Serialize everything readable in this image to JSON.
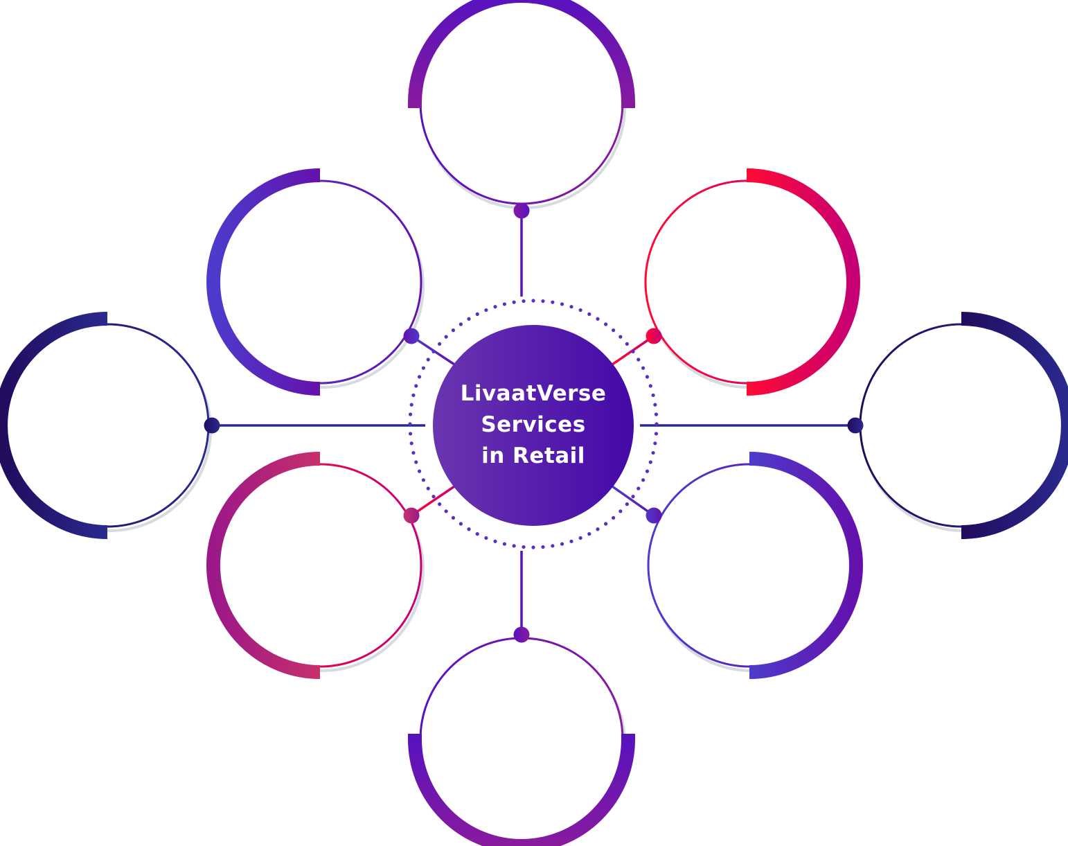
{
  "hub": {
    "title_lines": [
      "LivaatVerse",
      "Services",
      "in Retail"
    ],
    "gradient": [
      "#6a35b0",
      "#4409a8"
    ],
    "dot_ring_color": "#5a2dc4"
  },
  "nodes": [
    {
      "id": "top",
      "label": "",
      "arc_side": "top",
      "colors": [
        "#5612bf",
        "#891a9e"
      ],
      "thin_colors": [
        "#5612bf",
        "#891a9e"
      ],
      "dot_colors": [
        "#891a9e",
        "#5612bf"
      ]
    },
    {
      "id": "upper-left",
      "label": "",
      "arc_side": "left",
      "colors": [
        "#4d3bcc",
        "#6411ac"
      ],
      "thin_colors": [
        "#4d3bcc",
        "#6411ac"
      ],
      "dot_colors": [
        "#6411ac",
        "#4d3bcc"
      ]
    },
    {
      "id": "upper-right",
      "label": "",
      "arc_side": "right",
      "colors": [
        "#ff0a34",
        "#c60074"
      ],
      "thin_colors": [
        "#ff0a34",
        "#c60074"
      ],
      "dot_colors": [
        "#ff0a34",
        "#c60074"
      ]
    },
    {
      "id": "left",
      "label": "",
      "arc_side": "left",
      "colors": [
        "#210b5c",
        "#2a2a8e"
      ],
      "thin_colors": [
        "#210b5c",
        "#2a2a8e"
      ],
      "dot_colors": [
        "#210b5c",
        "#2a2a8e"
      ]
    },
    {
      "id": "right",
      "label": "",
      "arc_side": "right",
      "colors": [
        "#210b5c",
        "#2a2a8e"
      ],
      "thin_colors": [
        "#210b5c",
        "#2a2a8e"
      ],
      "dot_colors": [
        "#210b5c",
        "#2a2a8e"
      ]
    },
    {
      "id": "lower-left",
      "label": "",
      "arc_side": "left",
      "colors": [
        "#9c1889",
        "#c7306a"
      ],
      "thin_colors": [
        "#ff0a34",
        "#c60074"
      ],
      "dot_colors": [
        "#c7306a",
        "#9c1889"
      ]
    },
    {
      "id": "lower-right",
      "label": "",
      "arc_side": "right",
      "colors": [
        "#4d3bcc",
        "#6411ac"
      ],
      "thin_colors": [
        "#4d3bcc",
        "#6411ac"
      ],
      "dot_colors": [
        "#4d3bcc",
        "#6411ac"
      ]
    },
    {
      "id": "bottom",
      "label": "",
      "arc_side": "bottom",
      "colors": [
        "#5612bf",
        "#891a9e"
      ],
      "thin_colors": [
        "#5612bf",
        "#891a9e"
      ],
      "dot_colors": [
        "#5612bf",
        "#891a9e"
      ]
    }
  ],
  "shadow_color": "#d5dbe0"
}
